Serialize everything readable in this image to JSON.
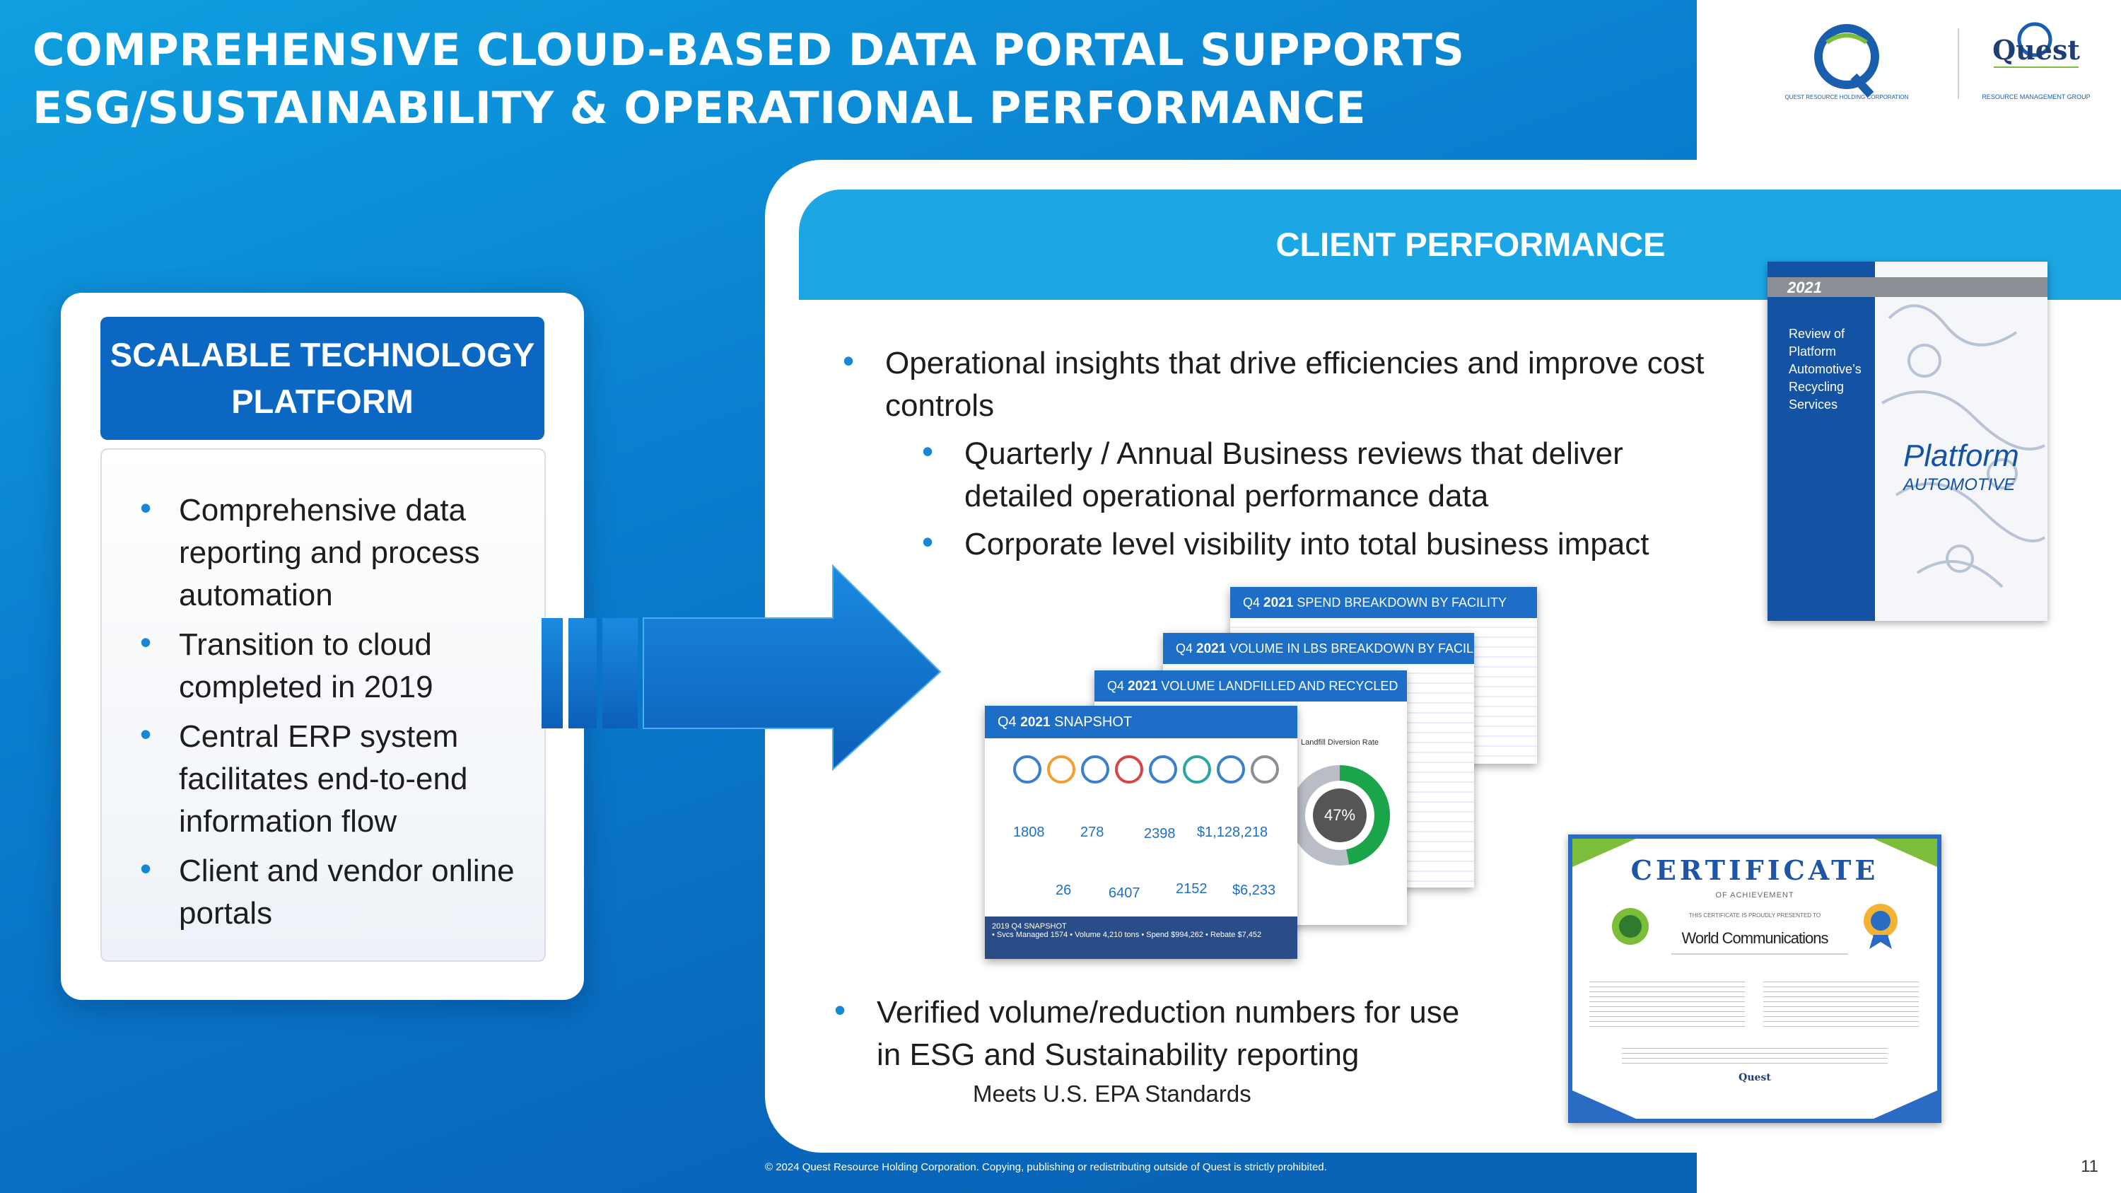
{
  "header": {
    "title_line1": "COMPREHENSIVE CLOUD-BASED DATA PORTAL SUPPORTS",
    "title_line2": "ESG/SUSTAINABILITY  & OPERATIONAL PERFORMANCE"
  },
  "logos": {
    "left_caption": "QUEST RESOURCE HOLDING CORPORATION",
    "right_wordmark": "Quest",
    "right_caption": "RESOURCE MANAGEMENT GROUP"
  },
  "left_card": {
    "title_line1": "SCALABLE TECHNOLOGY",
    "title_line2": "PLATFORM",
    "bullets": [
      "Comprehensive data reporting and process automation",
      "Transition to cloud completed in 2019",
      "Central ERP system facilitates end-to-end information flow",
      "Client and vendor online portals"
    ]
  },
  "client_performance": {
    "title": "CLIENT PERFORMANCE",
    "bullet_main": "Operational insights that drive efficiencies and improve cost controls",
    "sub_bullets": [
      "Quarterly / Annual Business reviews that deliver detailed operational performance data",
      "Corporate level visibility into total business impact"
    ],
    "bottom_bullet": "Verified volume/reduction numbers for use in ESG and Sustainability reporting",
    "bottom_note": "Meets U.S. EPA Standards"
  },
  "reports": {
    "spend": {
      "prefix": "Q4 ",
      "year": "2021",
      "title": "SPEND BREAKDOWN BY FACILITY"
    },
    "volume_lbs": {
      "prefix": "Q4 ",
      "year": "2021",
      "title": "VOLUME IN LBS BREAKDOWN BY FACILITY"
    },
    "landfilled": {
      "prefix": "Q4 ",
      "year": "2021",
      "title": "VOLUME LANDFILLED AND RECYCLED",
      "diversion_label": "Landfill Diversion Rate",
      "diversion_value": "47%"
    },
    "snapshot": {
      "prefix": "Q4 ",
      "year": "2021",
      "title": "SNAPSHOT",
      "stats_top": [
        "1808",
        "278",
        "2398",
        "$1,128,218"
      ],
      "stats_bottom": [
        "26",
        "6407",
        "2152",
        "$6,233"
      ],
      "footer_title": "2019 Q4 SNAPSHOT",
      "footer_line": "• Svcs Managed 1574 • Volume 4,210 tons • Spend $994,262 • Rebate $7,452"
    }
  },
  "brochure": {
    "year": "2021",
    "text_lines": [
      "Review of",
      "Platform",
      "Automotive’s",
      "Recycling",
      "Services"
    ],
    "brand": "Platform",
    "subbrand": "AUTOMOTIVE"
  },
  "certificate": {
    "title": "CERTIFICATE",
    "subtitle": "OF ACHIEVEMENT",
    "presented": "THIS CERTIFICATE IS PROUDLY PRESENTED TO",
    "recipient": "World Communications",
    "brand": "Quest"
  },
  "footer": {
    "copyright": "© 2024 Quest Resource Holding Corporation.  Copying, publishing or redistributing outside of Quest is strictly prohibited.",
    "page_number": "11"
  },
  "colors": {
    "background": "#0a7fcf",
    "header_blue": "#0c67c2",
    "client_bar": "#1da6e4",
    "bullet": "#1687d6"
  }
}
